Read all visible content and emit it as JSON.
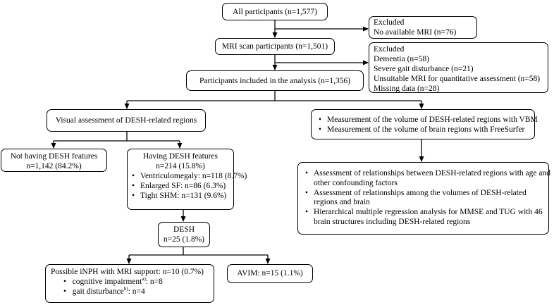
{
  "all": "All participants (n=1,577)",
  "excluded1": {
    "title": "Excluded",
    "items": [
      "No available MRI (n=76)"
    ]
  },
  "mri": "MRI scan participants (n=1,501)",
  "excluded2": {
    "title": "Excluded",
    "items": [
      "Dementia (n=58)",
      "Severe gait disturbance (n=21)",
      "Unsuitable MRI for quantitative assessment (n=58)",
      "Missing data (n=28)"
    ]
  },
  "included": "Participants included in the analysis  (n=1,356)",
  "visual": "Visual assessment of DESH-related regions",
  "measure": {
    "items": [
      "Measurement of the volume of DESH-related regions with VBM",
      "Measurement of the volume of brain regions with FreeSurfer"
    ]
  },
  "not_desh": {
    "line1": "Not having DESH features",
    "line2": "n=1,142 (84.2%)"
  },
  "having": {
    "line1": "Having DESH features",
    "line2": "n=214 (15.8%)",
    "items": [
      "Ventriculomegaly: n=118 (8.7%)",
      "Enlarged SF: n=86 (6.3%)",
      "Tight SHM: n=131 (9.6%)"
    ]
  },
  "assess": {
    "items": [
      [
        "Assessment of relationships between DESH-related regions with age and",
        "other confounding factors"
      ],
      [
        "Assessment of relationships among the volumes of DESH-related",
        "regions and brain"
      ],
      [
        "Hierarchical multiple regression analysis for MMSE and TUG with 46",
        "brain structures including DESH-related regions"
      ]
    ]
  },
  "desh": {
    "line1": "DESH",
    "line2": "n=25 (1.8%)"
  },
  "inph": {
    "title": "Possible iNPH with MRI support: n=10 (0.7%)",
    "item1_pre": "cognitive impairment",
    "item1_sup": "a)",
    "item1_post": ": n=8",
    "item2_pre": "gait disturbance",
    "item2_sup": "b)",
    "item2_post": ": n=4",
    "bullet": "•"
  },
  "avim": "AVIM: n=15 (1.1%)"
}
